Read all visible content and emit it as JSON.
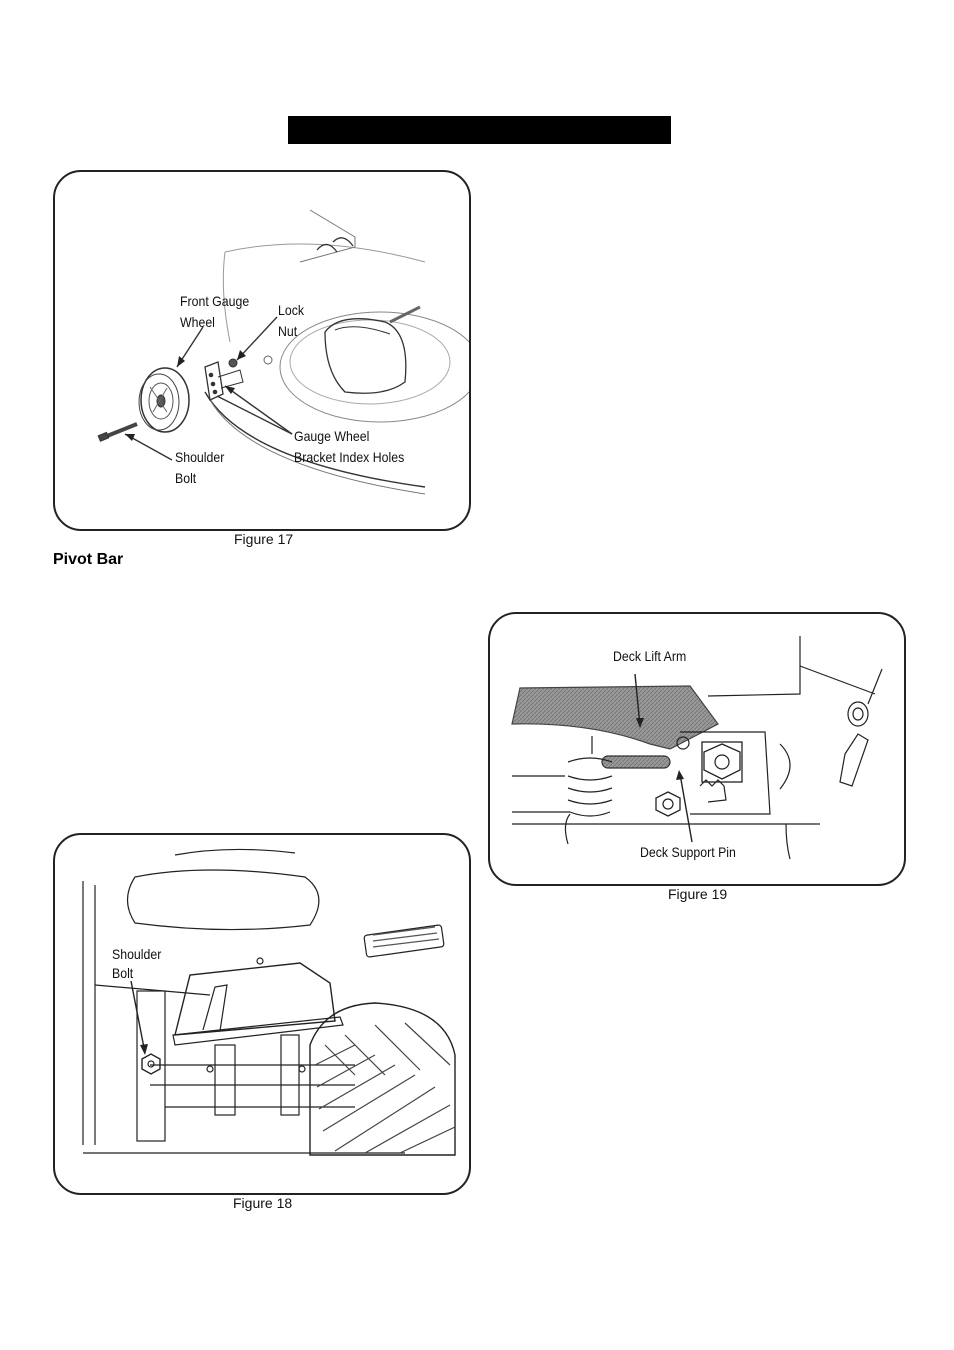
{
  "header": {
    "title": ""
  },
  "figure17": {
    "caption": "Figure 17",
    "labels": {
      "front_gauge_wheel_1": "Front Gauge",
      "front_gauge_wheel_2": "Wheel",
      "lock_nut_1": "Lock",
      "lock_nut_2": "Nut",
      "gauge_wheel_1": "Gauge Wheel",
      "gauge_wheel_2": "Bracket Index Holes",
      "shoulder_bolt_1": "Shoulder",
      "shoulder_bolt_2": "Bolt"
    }
  },
  "section": {
    "heading": "Pivot Bar"
  },
  "figure18": {
    "caption": "Figure 18",
    "labels": {
      "shoulder_bolt_1": "Shoulder",
      "shoulder_bolt_2": "Bolt"
    }
  },
  "figure19": {
    "caption": "Figure 19",
    "labels": {
      "deck_lift_arm": "Deck Lift Arm",
      "deck_support_pin": "Deck Support Pin"
    }
  }
}
